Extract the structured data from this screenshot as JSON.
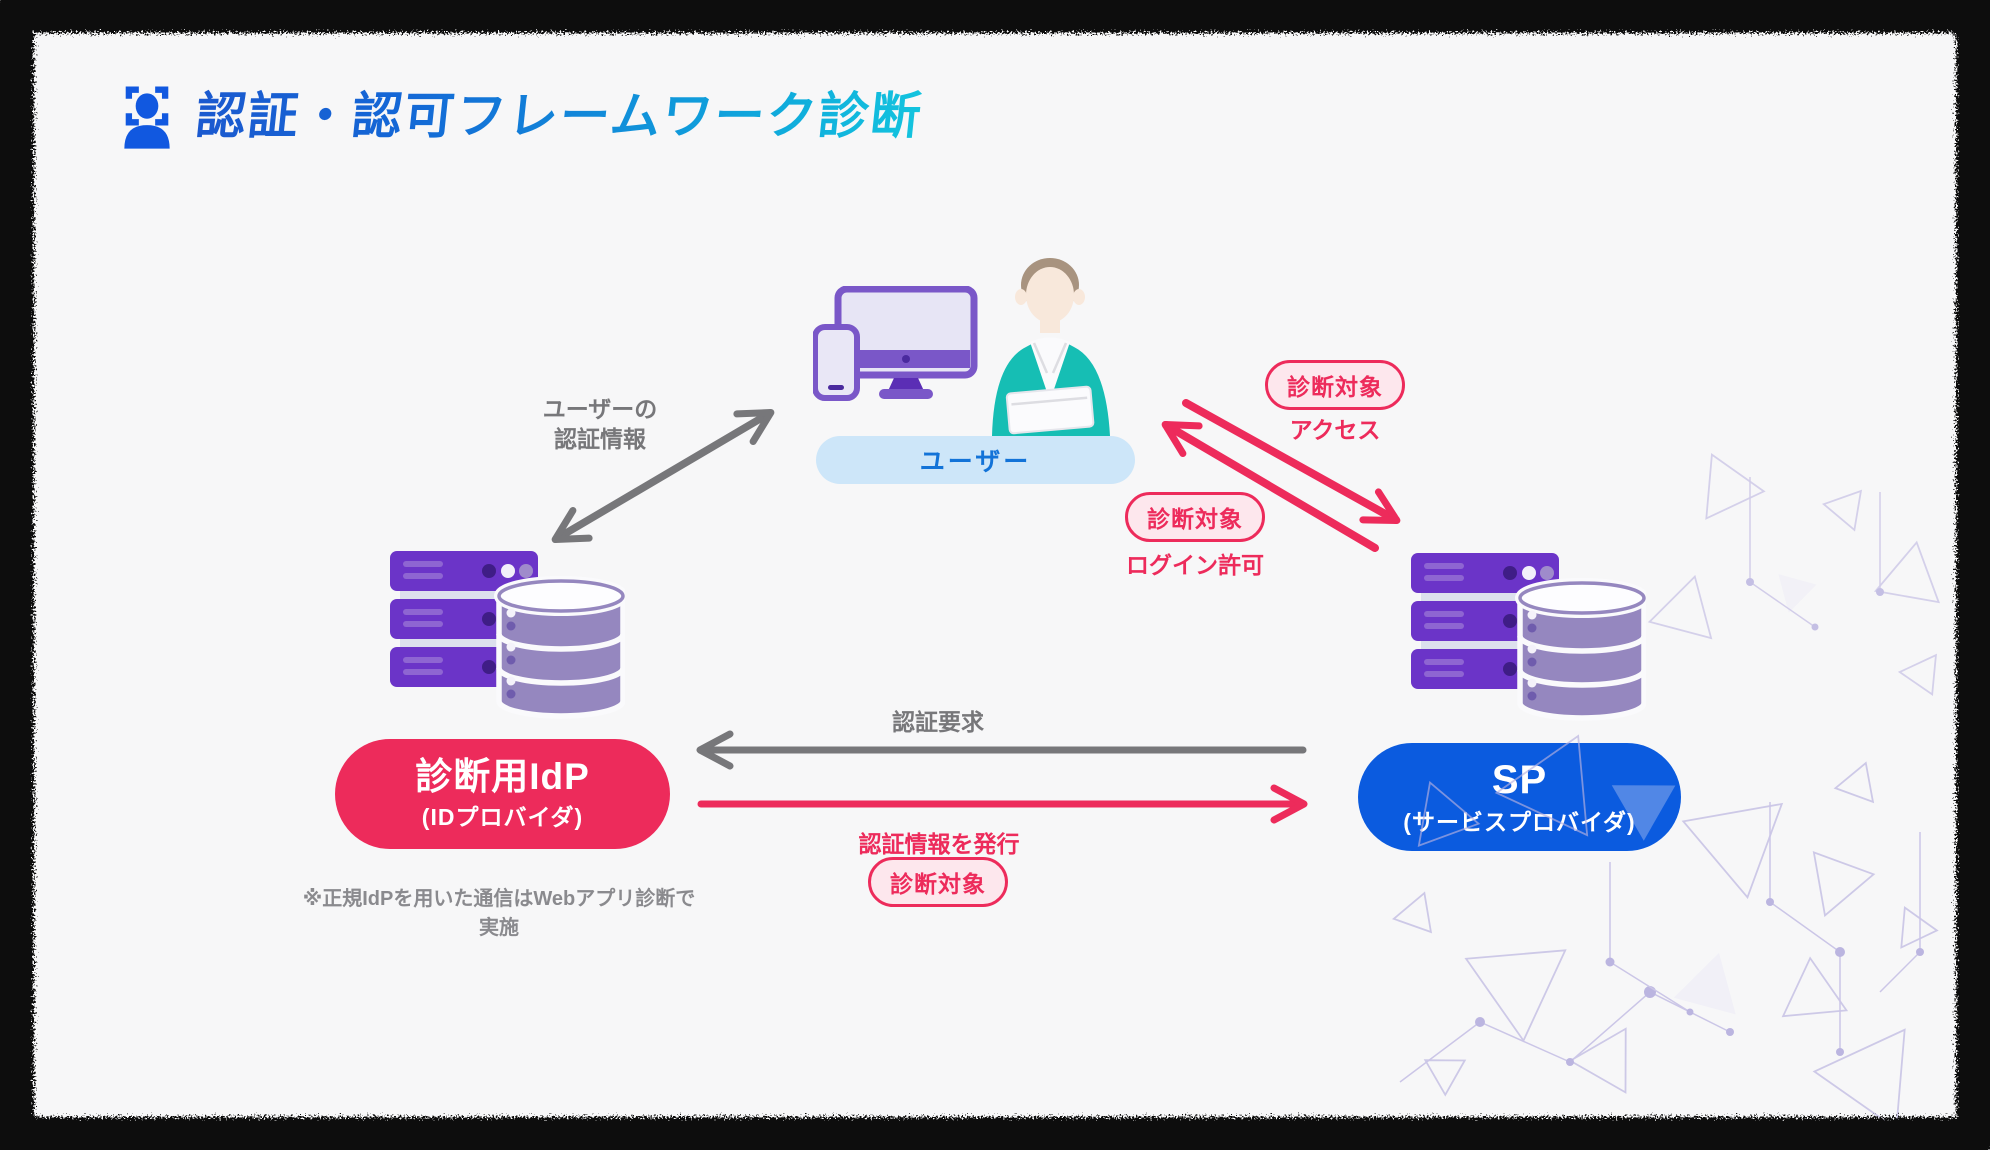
{
  "title": {
    "text": "認証・認可フレームワーク診断"
  },
  "nodes": {
    "user": {
      "label": "ユーザー"
    },
    "idp": {
      "title": "診断用IdP",
      "subtitle": "(IDプロバイダ)"
    },
    "sp": {
      "title": "SP",
      "subtitle": "(サービスプロバイダ)"
    }
  },
  "flows": {
    "user_credentials": {
      "line1": "ユーザーの",
      "line2": "認証情報"
    },
    "access": {
      "badge": "診断対象",
      "label": "アクセス"
    },
    "login_permit": {
      "badge": "診断対象",
      "label": "ログイン許可"
    },
    "auth_request": {
      "label": "認証要求"
    },
    "issue_credentials": {
      "label": "認証情報を発行",
      "badge": "診断対象"
    }
  },
  "note": {
    "text": "※正規IdPを用いた通信はWebアプリ診断で実施"
  },
  "icons": {
    "title": "face-scan-icon",
    "user": [
      "monitor-icon",
      "smartphone-icon",
      "person-icon"
    ],
    "idp": [
      "server-icon",
      "database-icon"
    ],
    "sp": [
      "server-icon",
      "database-icon"
    ]
  },
  "colors": {
    "accent_red": "#ED2B5B",
    "accent_blue": "#0B5BDF",
    "badge_bg": "#FDE7ED",
    "user_pill_bg": "#CDE6F9",
    "user_pill_text": "#1273D8",
    "gray": "#77777A",
    "note_gray": "#8A8A8E",
    "canvas_bg": "#F7F7F8",
    "frame_black": "#0C0C0C",
    "purple_dark": "#6B34C8",
    "purple_mid": "#7A57C8",
    "purple_db": "#9587BF",
    "teal": "#16BEB4",
    "title_grad_start": "#1B59CF",
    "title_grad_end": "#13C4DE",
    "icon_blue": "#1158E0"
  }
}
